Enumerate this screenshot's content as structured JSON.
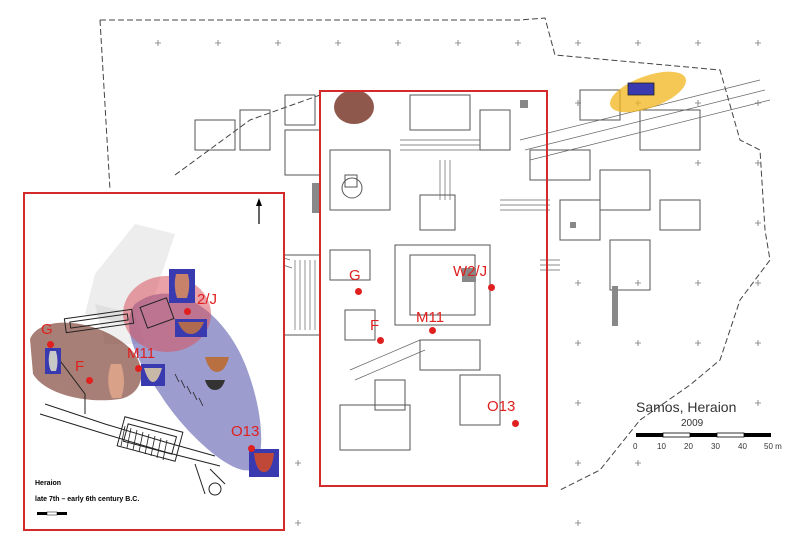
{
  "main_map": {
    "title": "Samos, Heraion",
    "year": "2009",
    "scale_ticks": [
      "0",
      "10",
      "20",
      "30",
      "40",
      "50 m"
    ],
    "find_spots": [
      {
        "label": "G"
      },
      {
        "label": "W2/J"
      },
      {
        "label": "F"
      },
      {
        "label": "M11"
      },
      {
        "label": "O13"
      }
    ]
  },
  "inset_map": {
    "title": "Heraion",
    "period": "late 7th – early 6th century B.C.",
    "find_spots": [
      {
        "label": "G"
      },
      {
        "label": "2/J"
      },
      {
        "label": "F"
      },
      {
        "label": "M11"
      },
      {
        "label": "O13"
      }
    ]
  },
  "colors": {
    "marker": "#e0201f",
    "frame": "#d42a2a",
    "zone_brown": "#7a3b2e",
    "zone_red": "#d9535f",
    "zone_blue": "#4a4aa8",
    "zone_yellow": "#f2b61c"
  }
}
